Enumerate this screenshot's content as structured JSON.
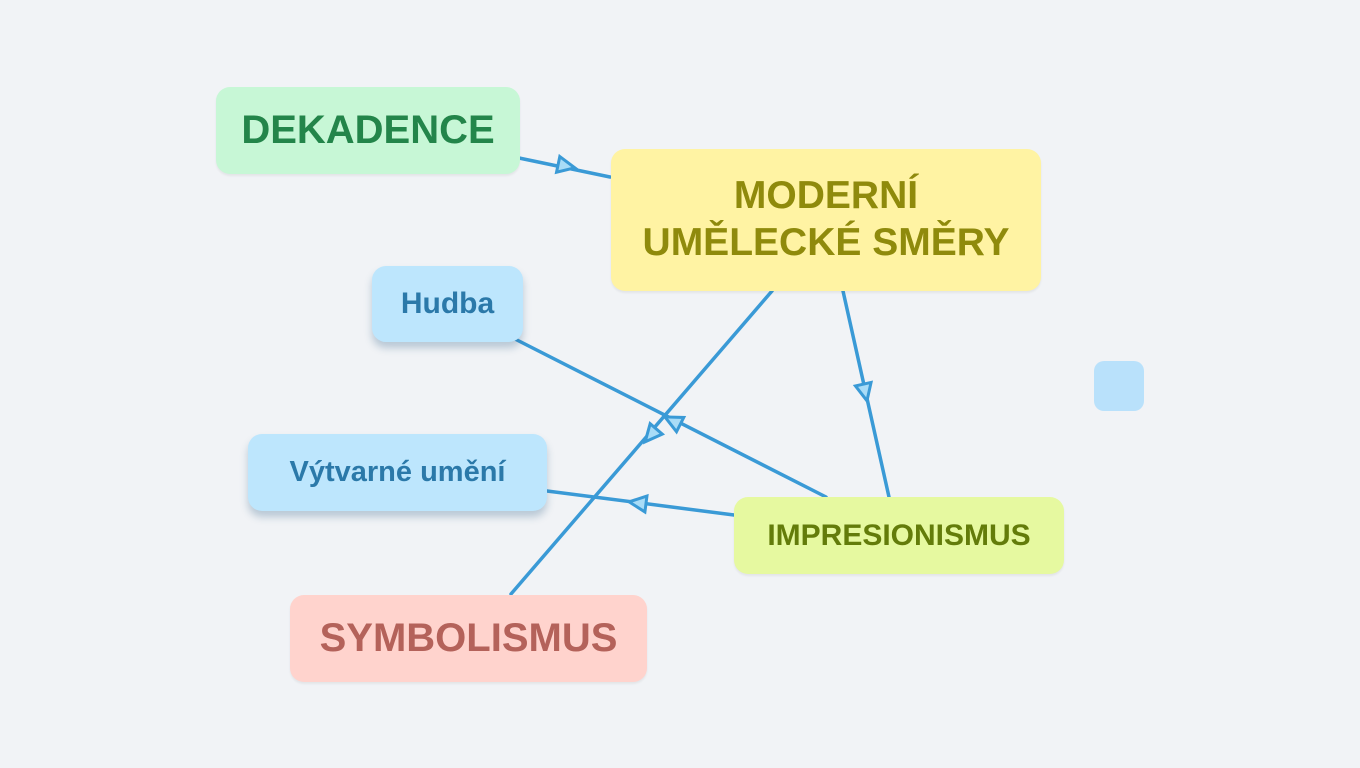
{
  "canvas": {
    "background": "#f1f3f6",
    "connector_color": "#3a9ad6",
    "arrow_fill": "#a9dcf7"
  },
  "nodes": {
    "root": {
      "label": "MODERNÍ\nUMĚLECKÉ SMĚRY",
      "bg": "#fff3a3",
      "color": "#8f8a0c"
    },
    "dekadence": {
      "label": "DEKADENCE",
      "bg": "#c7f7d6",
      "color": "#23854a"
    },
    "hudba": {
      "label": "Hudba",
      "bg": "#bde6fd",
      "color": "#2b79a9"
    },
    "vytvarne": {
      "label": "Výtvarné umění",
      "bg": "#bde6fd",
      "color": "#2b79a9"
    },
    "impresionismus": {
      "label": "IMPRESIONISMUS",
      "bg": "#e6f9a0",
      "color": "#637c0a"
    },
    "symbolismus": {
      "label": "SYMBOLISMUS",
      "bg": "#ffd3cd",
      "color": "#b4625a"
    },
    "empty_square": {
      "label": "",
      "bg": "#b9e1fb"
    }
  },
  "connections": [
    {
      "from": "DEKADENCE",
      "to": "MODERNÍ UMĚLECKÉ SMĚRY"
    },
    {
      "from": "MODERNÍ UMĚLECKÉ SMĚRY",
      "to": "IMPRESIONISMUS"
    },
    {
      "from": "MODERNÍ UMĚLECKÉ SMĚRY",
      "to": "SYMBOLISMUS"
    },
    {
      "from": "IMPRESIONISMUS",
      "to": "Hudba"
    },
    {
      "from": "IMPRESIONISMUS",
      "to": "Výtvarné umění"
    }
  ]
}
